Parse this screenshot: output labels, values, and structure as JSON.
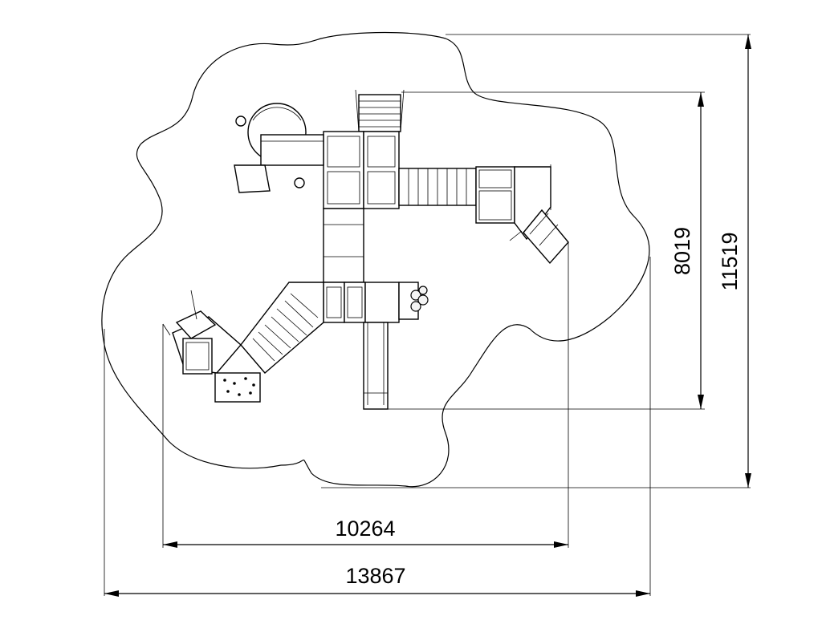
{
  "dimensions": {
    "inner_width": "10264",
    "outer_width": "13867",
    "inner_height": "8019",
    "outer_height": "11519"
  },
  "colors": {
    "line": "#000000",
    "background": "#ffffff"
  }
}
